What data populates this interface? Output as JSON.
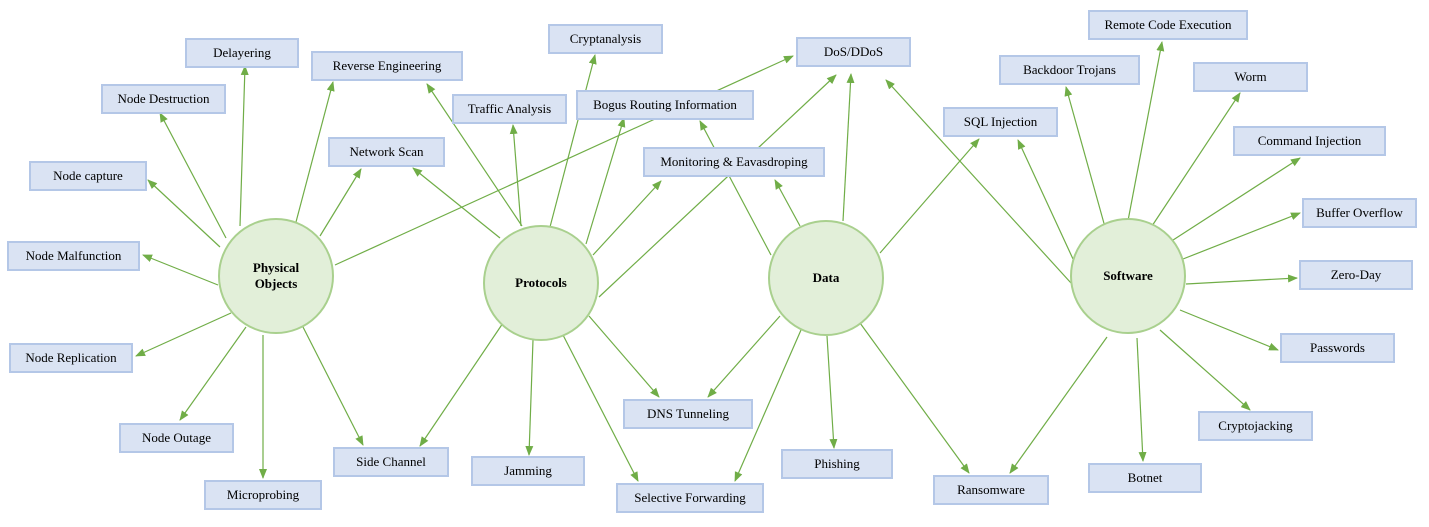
{
  "colors": {
    "hub_fill": "#e2efd9",
    "hub_border": "#a9d08e",
    "box_fill": "#dae3f3",
    "box_border": "#b4c7e7",
    "arrow": "#70ad47"
  },
  "hubs": {
    "physical": "Physical Objects",
    "protocols": "Protocols",
    "data": "Data",
    "software": "Software"
  },
  "nodes": {
    "delayering": "Delayering",
    "node_destruction": "Node Destruction",
    "node_capture": "Node capture",
    "node_malfunction": "Node Malfunction",
    "node_replication": "Node Replication",
    "node_outage": "Node Outage",
    "microprobing": "Microprobing",
    "side_channel": "Side Channel",
    "network_scan": "Network Scan",
    "reverse_engineering": "Reverse Engineering",
    "traffic_analysis": "Traffic Analysis",
    "cryptanalysis": "Cryptanalysis",
    "bogus_routing": "Bogus Routing Information",
    "monitoring": "Monitoring & Eavasdroping",
    "jamming": "Jamming",
    "selective_forwarding": "Selective Forwarding",
    "dns_tunneling": "DNS Tunneling",
    "dos_ddos": "DoS/DDoS",
    "phishing": "Phishing",
    "ransomware": "Ransomware",
    "sql_injection": "SQL Injection",
    "backdoor_trojans": "Backdoor Trojans",
    "remote_code_execution": "Remote Code Execution",
    "worm": "Worm",
    "command_injection": "Command Injection",
    "buffer_overflow": "Buffer Overflow",
    "zero_day": "Zero-Day",
    "passwords": "Passwords",
    "cryptojacking": "Cryptojacking",
    "botnet": "Botnet"
  }
}
